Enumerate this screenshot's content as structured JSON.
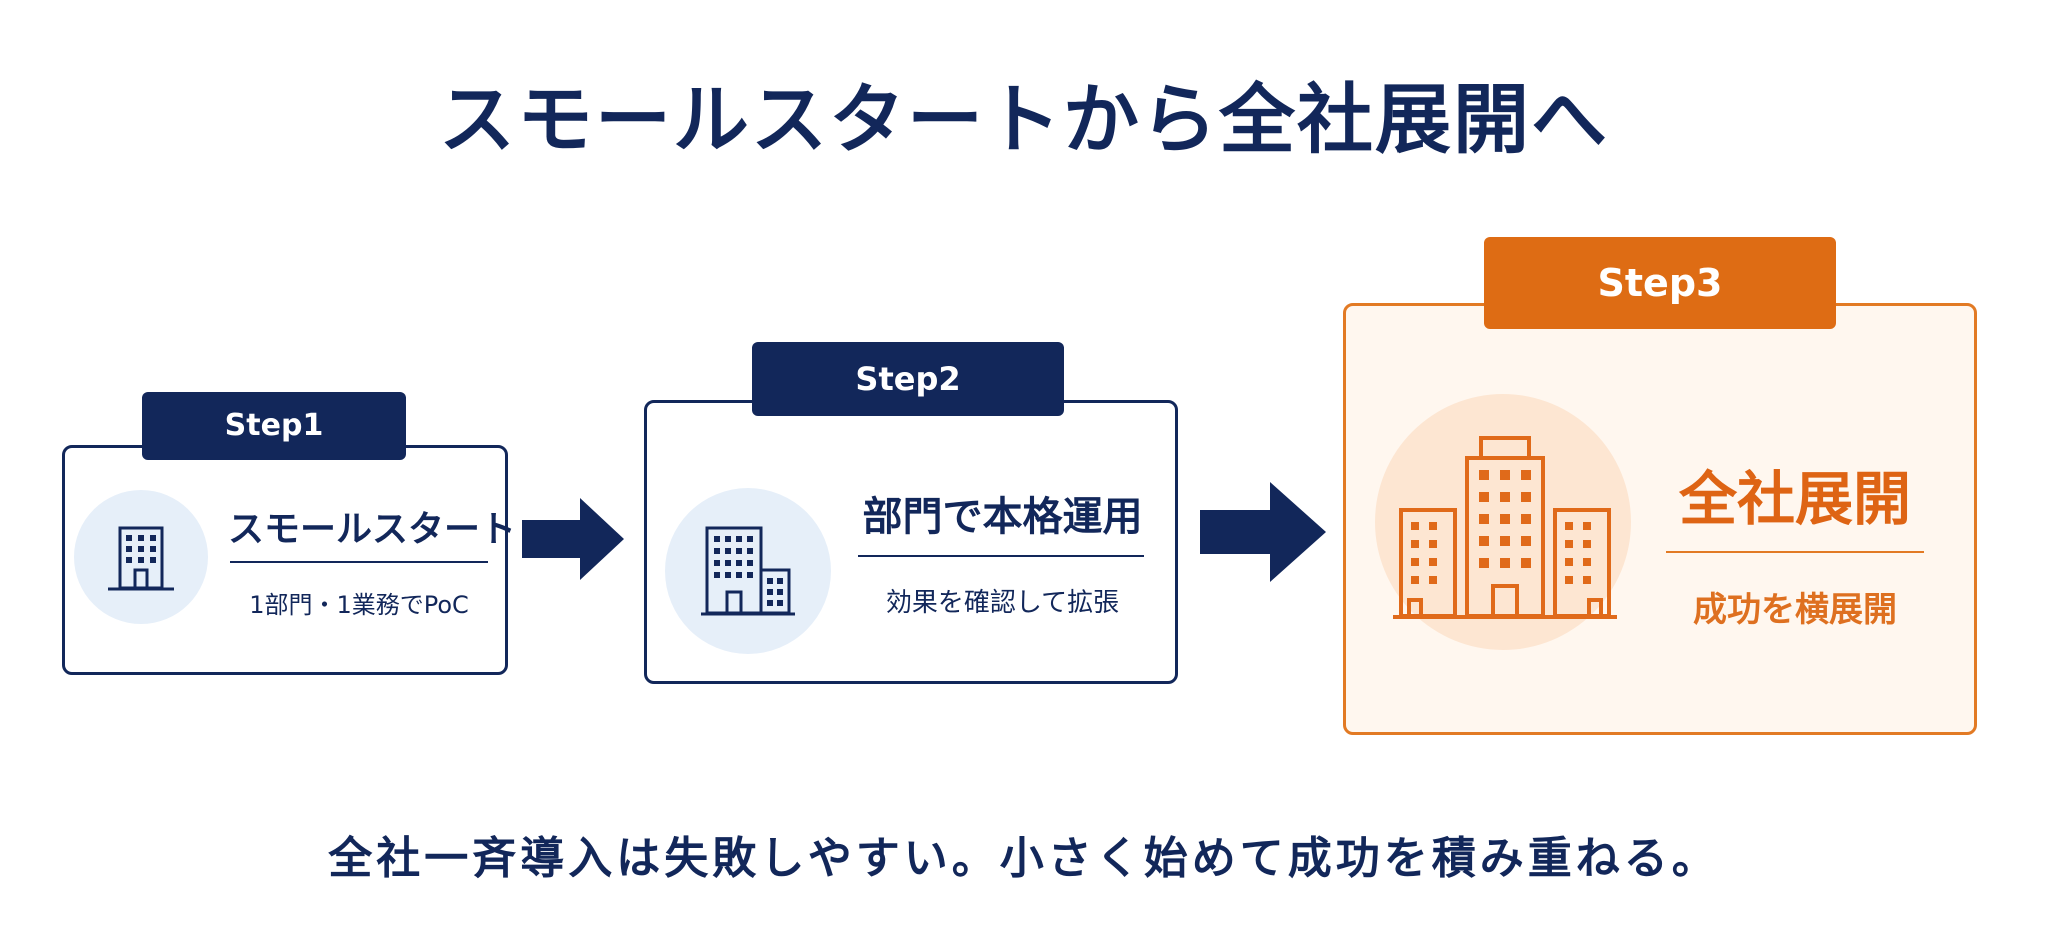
{
  "title": "スモールスタートから全社展開へ",
  "steps": [
    {
      "badge": "Step1",
      "title": "スモールスタート",
      "subtitle": "1部門・1業務でPoC",
      "icon": "office-building-icon"
    },
    {
      "badge": "Step2",
      "title": "部門で本格運用",
      "subtitle": "効果を確認して拡張",
      "icon": "buildings-icon"
    },
    {
      "badge": "Step3",
      "title": "全社展開",
      "subtitle": "成功を横展開",
      "icon": "company-buildings-icon"
    }
  ],
  "arrows": [
    "right-arrow-icon",
    "right-arrow-icon"
  ],
  "footer": "全社一斉導入は失敗しやすい。小さく始めて成功を積み重ねる。",
  "colors": {
    "navy": "#12275a",
    "orange": "#de6c14",
    "light_blue": "#e6eff9",
    "light_orange": "#fde6d2"
  }
}
